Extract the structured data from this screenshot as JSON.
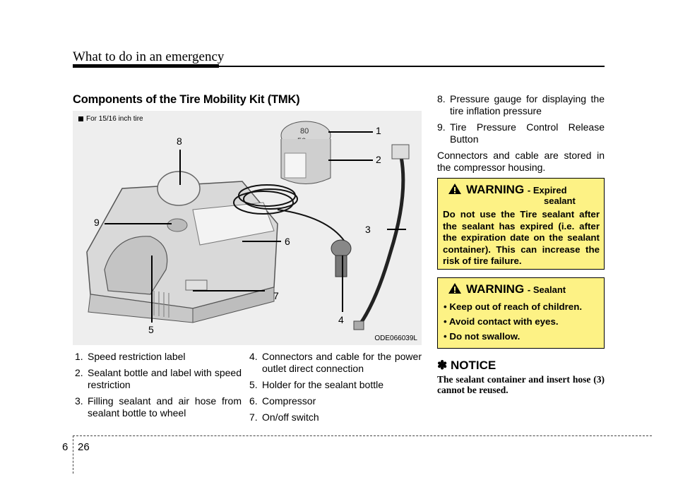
{
  "header": {
    "title": "What to do in an emergency"
  },
  "section": {
    "heading": "Components of the Tire Mobility Kit (TMK)"
  },
  "figure": {
    "caption": "For 15/16 inch tire",
    "code": "ODE066039L",
    "callouts": [
      "1",
      "2",
      "3",
      "4",
      "5",
      "6",
      "7",
      "8",
      "9"
    ],
    "gauge_labels": [
      "80",
      "50"
    ]
  },
  "components_col1": [
    {
      "num": "1.",
      "text": "Speed restriction label"
    },
    {
      "num": "2.",
      "text": "Sealant bottle and label with speed restriction"
    },
    {
      "num": "3.",
      "text": "Filling sealant and air hose from sealant bottle to wheel"
    }
  ],
  "components_col2": [
    {
      "num": "4.",
      "text": "Connectors and cable for the power outlet direct connection"
    },
    {
      "num": "5.",
      "text": "Holder for the sealant bottle"
    },
    {
      "num": "6.",
      "text": "Compressor"
    },
    {
      "num": "7.",
      "text": "On/off switch"
    }
  ],
  "components_col3": [
    {
      "num": "8.",
      "text": "Pressure gauge for displaying the tire inflation pressure"
    },
    {
      "num": "9.",
      "text": "Tire Pressure Control Release Button"
    }
  ],
  "storage_note": "Connectors and cable are stored in the compressor housing.",
  "warning1": {
    "label": "WARNING",
    "subtitle_a": "- Expired",
    "subtitle_b": "sealant",
    "body": "Do not use the Tire sealant after the sealant has expired (i.e. after the expiration date on the sealant container). This can increase the risk of tire failure."
  },
  "warning2": {
    "label": "WARNING",
    "subtitle": "- Sealant",
    "bullets": [
      "Keep out of reach of children.",
      "Avoid contact with eyes.",
      "Do not swallow."
    ]
  },
  "notice": {
    "symbol": "✽",
    "label": "NOTICE",
    "body": "The sealant container and insert hose (3) cannot be reused."
  },
  "footer": {
    "chapter": "6",
    "page": "26"
  },
  "colors": {
    "warning_bg": "#fdf285",
    "figure_bg": "#eeeeee"
  }
}
